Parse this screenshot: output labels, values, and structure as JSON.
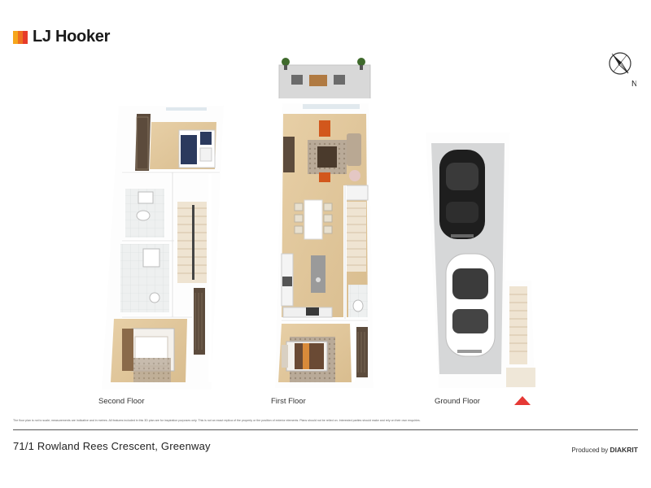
{
  "brand": {
    "name": "LJ Hooker",
    "colors": [
      "#f6a61c",
      "#ef6f20",
      "#e63b2a"
    ]
  },
  "compass": {
    "label": "N",
    "icon": "compass-icon"
  },
  "floors": [
    {
      "label": "Second Floor"
    },
    {
      "label": "First Floor"
    },
    {
      "label": "Ground Floor"
    }
  ],
  "entry_marker": {
    "icon": "entry-arrow-icon",
    "color": "#e53935"
  },
  "disclaimer": "The floor plan is not to scale; measurements are indicative and in metres. All features included in this 3D plan are for inspiration purposes only. This is not an exact replica of the property or the position of exterior elements. Plans should not be relied on. Interested parties should make and rely on their own enquiries.",
  "address": "71/1 Rowland Rees Crescent, Greenway",
  "credit": {
    "prefix": "Produced by",
    "company": "DIAKRIT"
  }
}
